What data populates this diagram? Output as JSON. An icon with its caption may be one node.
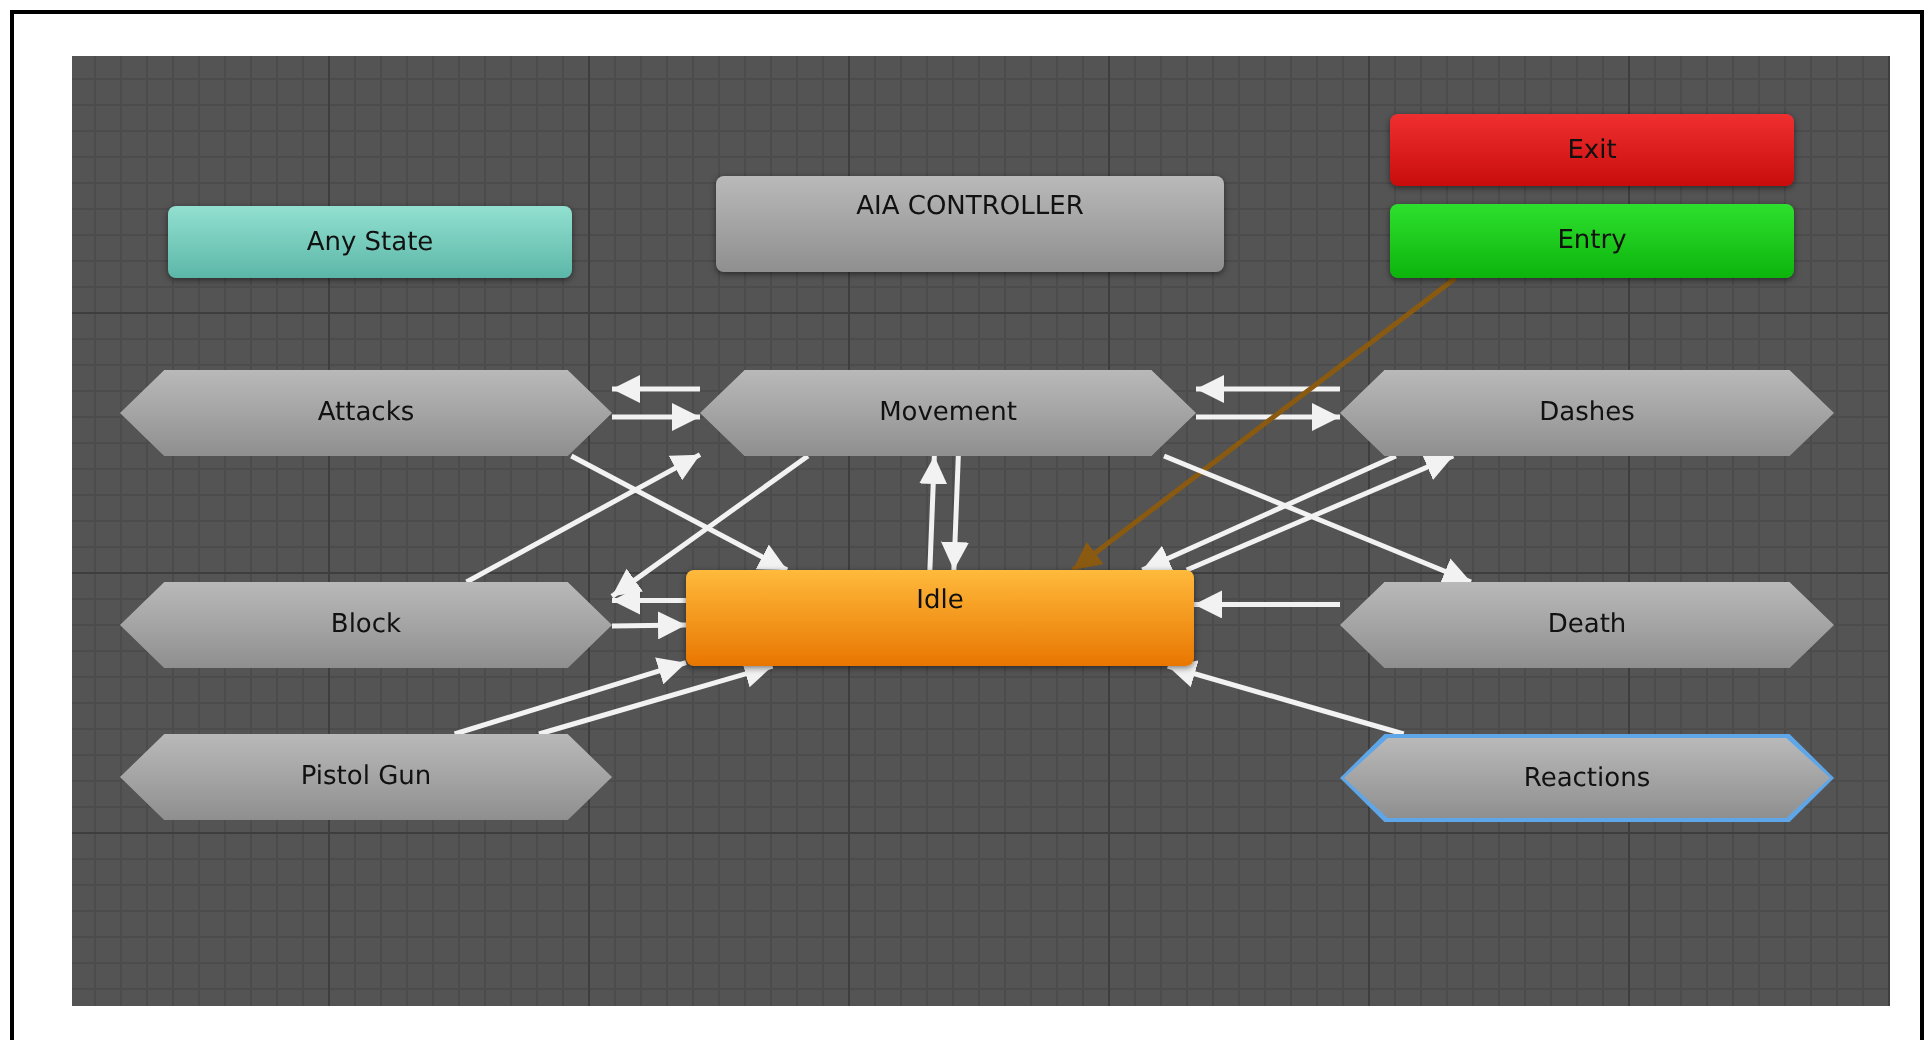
{
  "diagram": {
    "nodes": [
      {
        "text": [
          "Any State"
        ]
      },
      {
        "text": [
          "AIA CONTROLLER"
        ]
      },
      {
        "text": [
          "Exit"
        ]
      },
      {
        "text": [
          "Entry"
        ]
      },
      {
        "text": [
          "Attacks"
        ]
      },
      {
        "text": [
          "Movement"
        ]
      },
      {
        "text": [
          "Dashes"
        ]
      },
      {
        "text": [
          "Block"
        ]
      },
      {
        "text": [
          "Idle"
        ]
      },
      {
        "text": [
          "Death"
        ]
      },
      {
        "text": [
          "Pistol Gun"
        ]
      },
      {
        "text": [
          "Reactions"
        ]
      }
    ],
    "edges": [
      {
        "from": 5,
        "to": 4,
        "arrow": "to"
      },
      {
        "from": 4,
        "to": 5,
        "arrow": "to"
      },
      {
        "from": 6,
        "to": 5,
        "arrow": "to"
      },
      {
        "from": 5,
        "to": 6,
        "arrow": "to"
      },
      {
        "from": 8,
        "to": 5,
        "arrow": "to"
      },
      {
        "from": 5,
        "to": 8,
        "arrow": "to"
      },
      {
        "from": 3,
        "to": 8,
        "arrow": "to",
        "color": "#8a5a10"
      },
      {
        "from": 4,
        "to": 8,
        "arrow": "to"
      },
      {
        "from": 5,
        "to": 7,
        "arrow": "to"
      },
      {
        "from": 7,
        "to": 5,
        "arrow": "to"
      },
      {
        "from": 8,
        "to": 7,
        "arrow": "to"
      },
      {
        "from": 7,
        "to": 8,
        "arrow": "to"
      },
      {
        "from": 10,
        "to": 8,
        "arrow": "to"
      },
      {
        "from": 10,
        "to": 8,
        "arrow": "to"
      },
      {
        "from": 6,
        "to": 8,
        "arrow": "to"
      },
      {
        "from": 8,
        "to": 6,
        "arrow": "to"
      },
      {
        "from": 5,
        "to": 9,
        "arrow": "to"
      },
      {
        "from": 9,
        "to": 8,
        "arrow": "to"
      },
      {
        "from": 11,
        "to": 8,
        "arrow": "to"
      }
    ]
  }
}
